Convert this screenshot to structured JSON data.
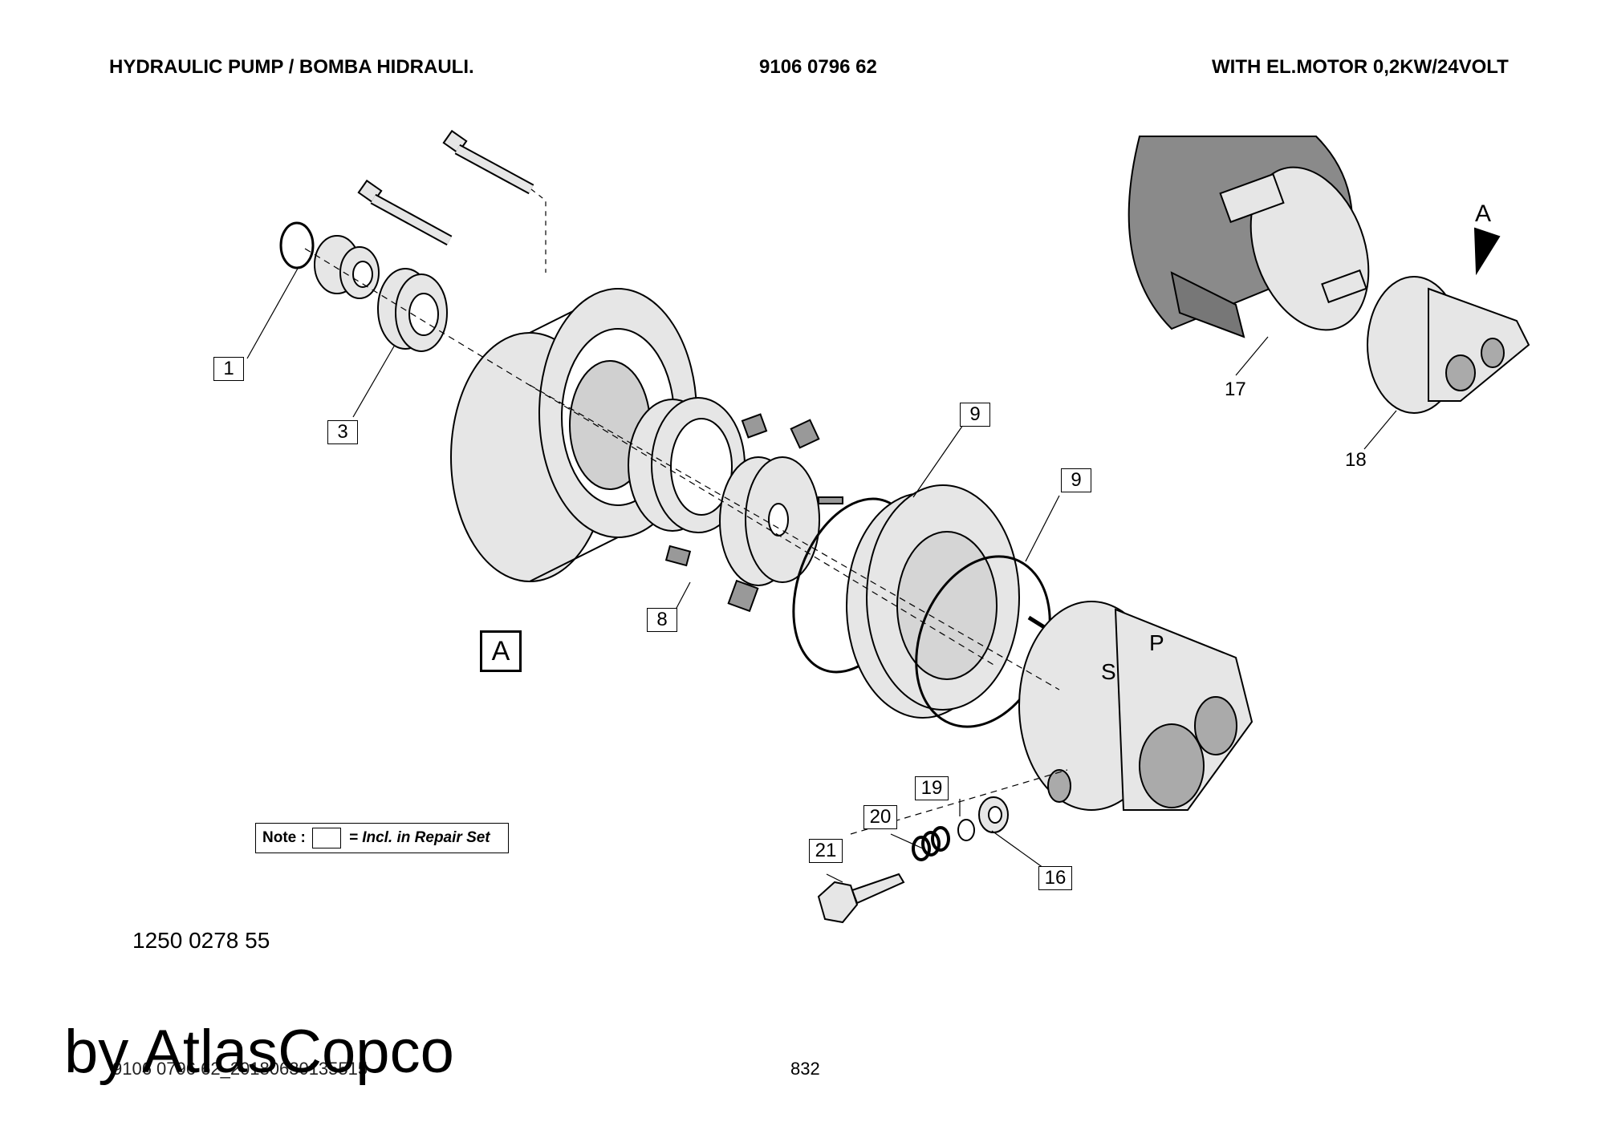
{
  "header": {
    "left": "HYDRAULIC PUMP / BOMBA HIDRAULI.",
    "center": "9106 0796 62",
    "right": "WITH EL.MOTOR 0,2KW/24VOLT"
  },
  "callouts": {
    "c1": "1",
    "c3": "3",
    "c8": "8",
    "c9a": "9",
    "c9b": "9",
    "c16": "16",
    "c17": "17",
    "c18": "18",
    "c19": "19",
    "c20": "20",
    "c21": "21"
  },
  "view_labels": {
    "arrow_a": "A",
    "box_a": "A"
  },
  "pump_markings": {
    "s": "S",
    "p": "P"
  },
  "note": {
    "label": "Note :",
    "text": "= Incl. in Repair Set"
  },
  "part_number": "1250 0278 55",
  "footer": {
    "filename": "9106 0796 62_20180630135515",
    "page": "832"
  },
  "watermark": "by AtlasCopco",
  "colors": {
    "part_fill": "#e6e6e6",
    "motor_fill": "#8a8a8a",
    "line": "#000000"
  }
}
